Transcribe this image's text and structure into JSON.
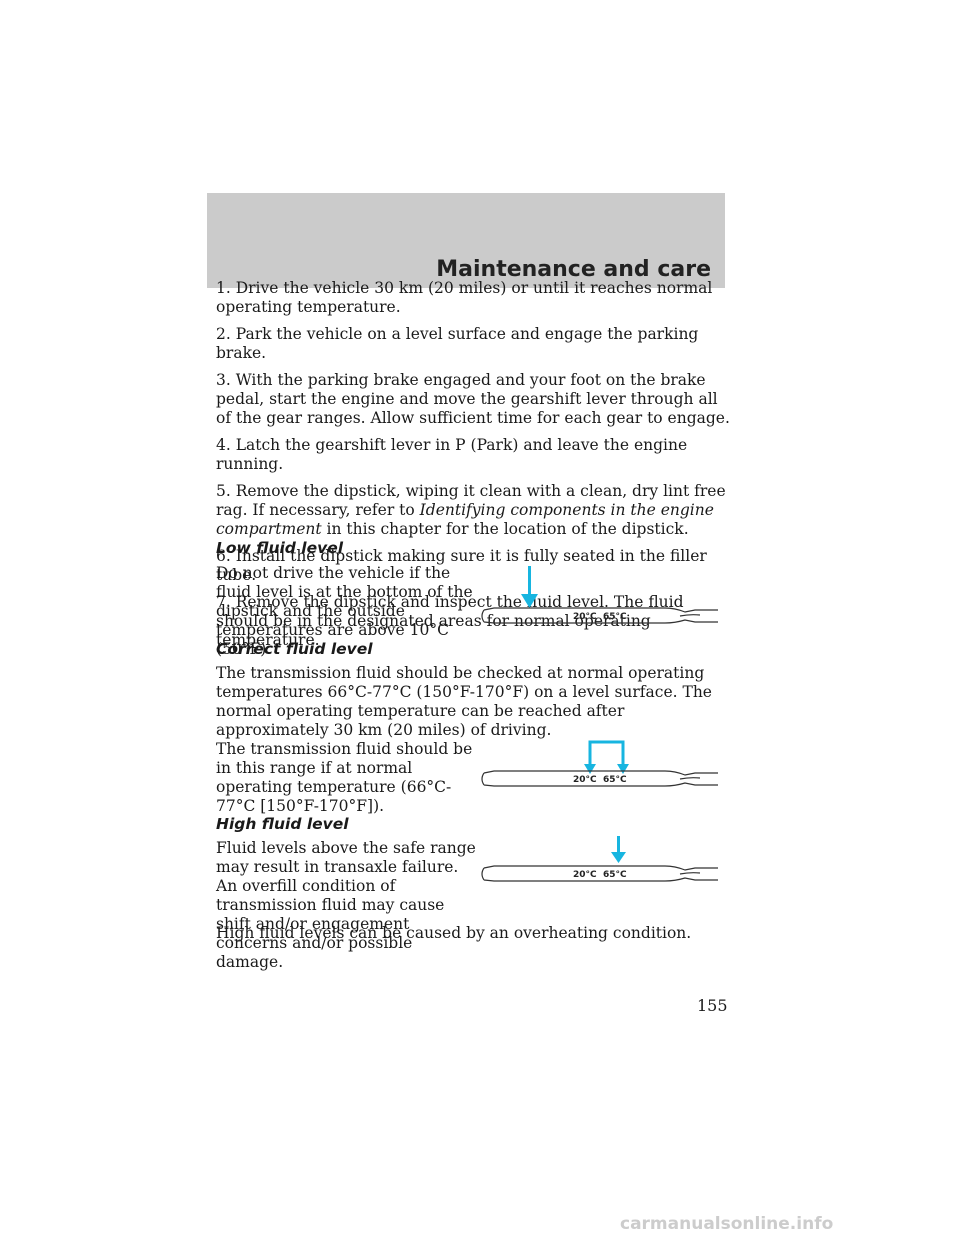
{
  "header": {
    "title": "Maintenance and care"
  },
  "steps": [
    "1. Drive the vehicle 30 km (20 miles) or until it reaches normal operating temperature.",
    "2. Park the vehicle on a level surface and engage the parking brake.",
    "3. With the parking brake engaged and your foot on the brake pedal, start the engine and move the gearshift lever through all of the gear ranges. Allow sufficient time for each gear to engage.",
    "4. Latch the gearshift lever in P (Park) and leave the engine running.",
    "6. Install the dipstick making sure it is fully seated in the filler tube.",
    "7. Remove the dipstick and inspect the fluid level. The fluid should be in the designated areas for normal operating temperature."
  ],
  "step5": {
    "before": "5. Remove the dipstick, wiping it clean with a clean, dry lint free rag. If necessary, refer to",
    "reference": "Identifying components in the engine compartment",
    "after": "in this chapter for the location of the dipstick."
  },
  "sections": {
    "low": {
      "heading": "Low fluid level",
      "text": "Do not drive the vehicle if the fluid level is at the bottom of the dipstick and the outside temperatures are above 10°C (50°F)."
    },
    "correct": {
      "heading": "Correct fluid level",
      "text1": "The transmission fluid should be checked at normal operating temperatures 66°C-77°C (150°F-170°F) on a level surface. The normal operating temperature can be reached after approximately 30 km (20 miles) of driving.",
      "text2": "The transmission fluid should be in this range if at normal operating temperature (66°C-77°C [150°F-170°F])."
    },
    "high": {
      "heading": "High fluid level",
      "text1": "Fluid levels above the safe range may result in transaxle failure. An overfill condition of transmission fluid may cause shift and/or engagement concerns and/or possible damage.",
      "text2": "High fluid levels can be caused by an overheating condition."
    }
  },
  "dipstick_labels": {
    "mark1": "20°C",
    "mark2": "65°C"
  },
  "page_number": "155",
  "watermark": "carmanualsonline.info",
  "colors": {
    "header_band": "#cbcbcb",
    "arrow": "#17b5e0"
  }
}
